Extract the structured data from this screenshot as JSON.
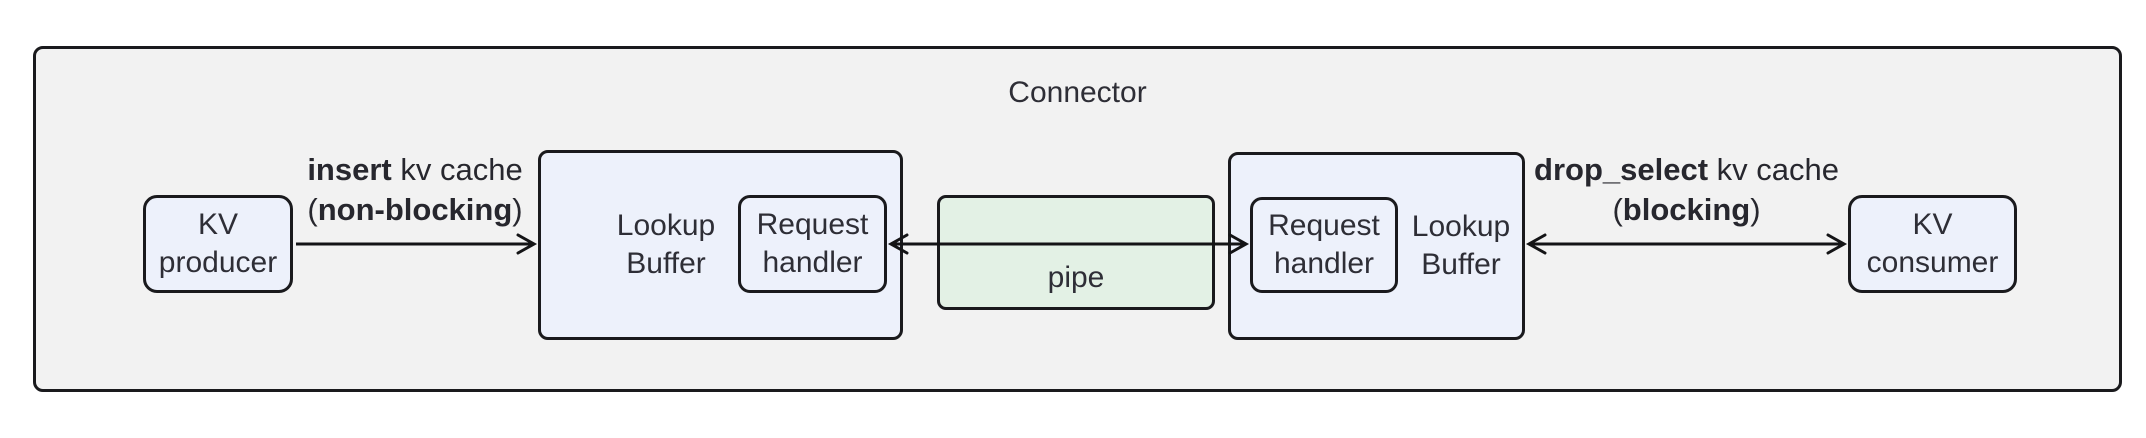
{
  "title": "Connector",
  "colors": {
    "connector_bg": "#f2f2f2",
    "node_fill": "#edf1fb",
    "pipe_fill": "#e3f1e5",
    "border": "#1a1a1d",
    "text": "#2e2e36",
    "arrow": "#141416"
  },
  "nodes": {
    "kv_producer": {
      "line1": "KV",
      "line2": "producer"
    },
    "lookup_buffer_left": {
      "line1": "Lookup",
      "line2": "Buffer"
    },
    "request_handler_left": {
      "line1": "Request",
      "line2": "handler"
    },
    "pipe": {
      "label": "pipe"
    },
    "request_handler_right": {
      "line1": "Request",
      "line2": "handler"
    },
    "lookup_buffer_right": {
      "line1": "Lookup",
      "line2": "Buffer"
    },
    "kv_consumer": {
      "line1": "KV",
      "line2": "consumer"
    }
  },
  "edges": {
    "insert": {
      "line1_bold": "insert",
      "line1_rest": " kv cache",
      "line2_pre": "(",
      "line2_bold": "non-blocking",
      "line2_post": ")"
    },
    "drop_select": {
      "line1_bold": "drop_select",
      "line1_rest": " kv cache",
      "line2_pre": "(",
      "line2_bold": "blocking",
      "line2_post": ")"
    }
  }
}
